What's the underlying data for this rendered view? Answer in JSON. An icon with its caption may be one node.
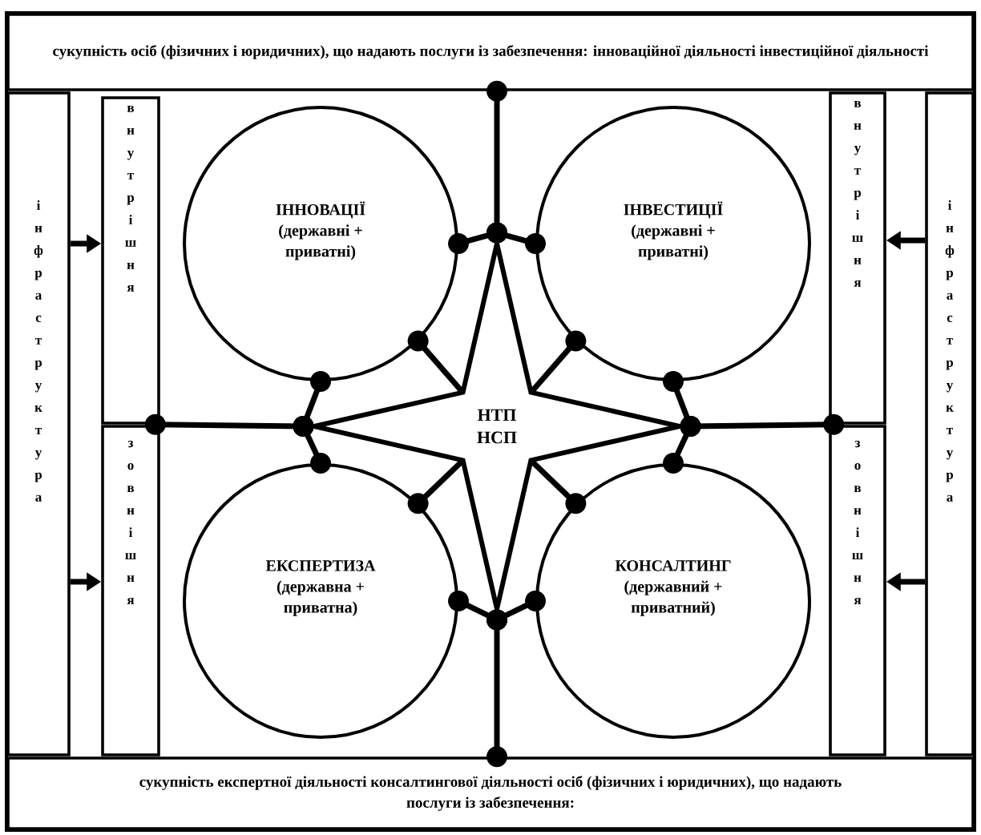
{
  "diagram": {
    "nodes": [
      {
        "text": [
          "сукупність осіб (фізичних і юридичних), що надають послуги із забезпечення: інноваційної діяльності інвестиційної діяльності"
        ]
      },
      {
        "text": [
          "сукупність експертної діяльності консалтингової діяльності осіб (фізичних і юридичних), що надають послуги із забезпечення:"
        ]
      },
      {
        "text": [
          "інфраструктура"
        ]
      },
      {
        "text": [
          "внутрішня"
        ]
      },
      {
        "text": [
          "зовнішня"
        ]
      },
      {
        "text": [
          "внутрішня"
        ]
      },
      {
        "text": [
          "зовнішня"
        ]
      },
      {
        "text": [
          "інфраструктура"
        ]
      },
      {
        "text": [
          "ІННОВАЦІЇ",
          "(державні + приватні)"
        ]
      },
      {
        "text": [
          "ІНВЕСТИЦІЇ",
          "(державні + приватні)"
        ]
      },
      {
        "text": [
          "ЕКСПЕРТИЗА",
          "(державна + приватна)"
        ]
      },
      {
        "text": [
          "КОНСАЛТИНГ",
          "(державний + приватний)"
        ]
      },
      {
        "text": [
          "НТП НСП"
        ]
      }
    ],
    "edges": [
      {
        "from": 2,
        "to": 3,
        "arrow": "to"
      },
      {
        "from": 2,
        "to": 4,
        "arrow": "to"
      },
      {
        "from": 7,
        "to": 5,
        "arrow": "to"
      },
      {
        "from": 7,
        "to": 6,
        "arrow": "to"
      },
      {
        "from": 0,
        "to": 12,
        "arrow": "other"
      },
      {
        "from": 12,
        "to": 1,
        "arrow": "other"
      },
      {
        "from": 3,
        "to": 12,
        "arrow": "other"
      },
      {
        "from": 12,
        "to": 5,
        "arrow": "other"
      },
      {
        "from": 12,
        "to": 8,
        "arrow": "other"
      },
      {
        "from": 12,
        "to": 9,
        "arrow": "other"
      },
      {
        "from": 12,
        "to": 8,
        "arrow": "other"
      },
      {
        "from": 12,
        "to": 9,
        "arrow": "other"
      },
      {
        "from": 12,
        "to": 8,
        "arrow": "other"
      },
      {
        "from": 12,
        "to": 10,
        "arrow": "other"
      },
      {
        "from": 12,
        "to": 9,
        "arrow": "other"
      },
      {
        "from": 12,
        "to": 11,
        "arrow": "other"
      },
      {
        "from": 12,
        "to": 10,
        "arrow": "other"
      },
      {
        "from": 12,
        "to": 11,
        "arrow": "other"
      },
      {
        "from": 12,
        "to": 10,
        "arrow": "other"
      },
      {
        "from": 12,
        "to": 11,
        "arrow": "other"
      }
    ]
  }
}
